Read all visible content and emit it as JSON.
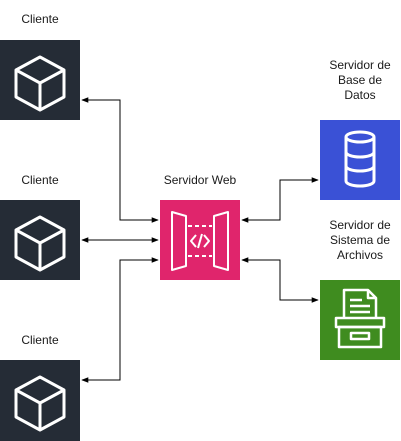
{
  "clients": [
    {
      "label": "Cliente"
    },
    {
      "label": "Cliente"
    },
    {
      "label": "Cliente"
    }
  ],
  "web_server": {
    "label": "Servidor Web"
  },
  "db_server": {
    "label": "Servidor de\nBase de\nDatos"
  },
  "fs_server": {
    "label": "Servidor de\nSistema de\nArchivos"
  },
  "colors": {
    "client_box": "#252c36",
    "web_server": "#e0256c",
    "db_server": "#3a51d6",
    "fs_server": "#3f8c1f",
    "connector": "#000000"
  },
  "icons": {
    "client": "cube-icon",
    "web_server": "api-gateway-icon",
    "db_server": "database-icon",
    "fs_server": "file-archive-icon"
  }
}
